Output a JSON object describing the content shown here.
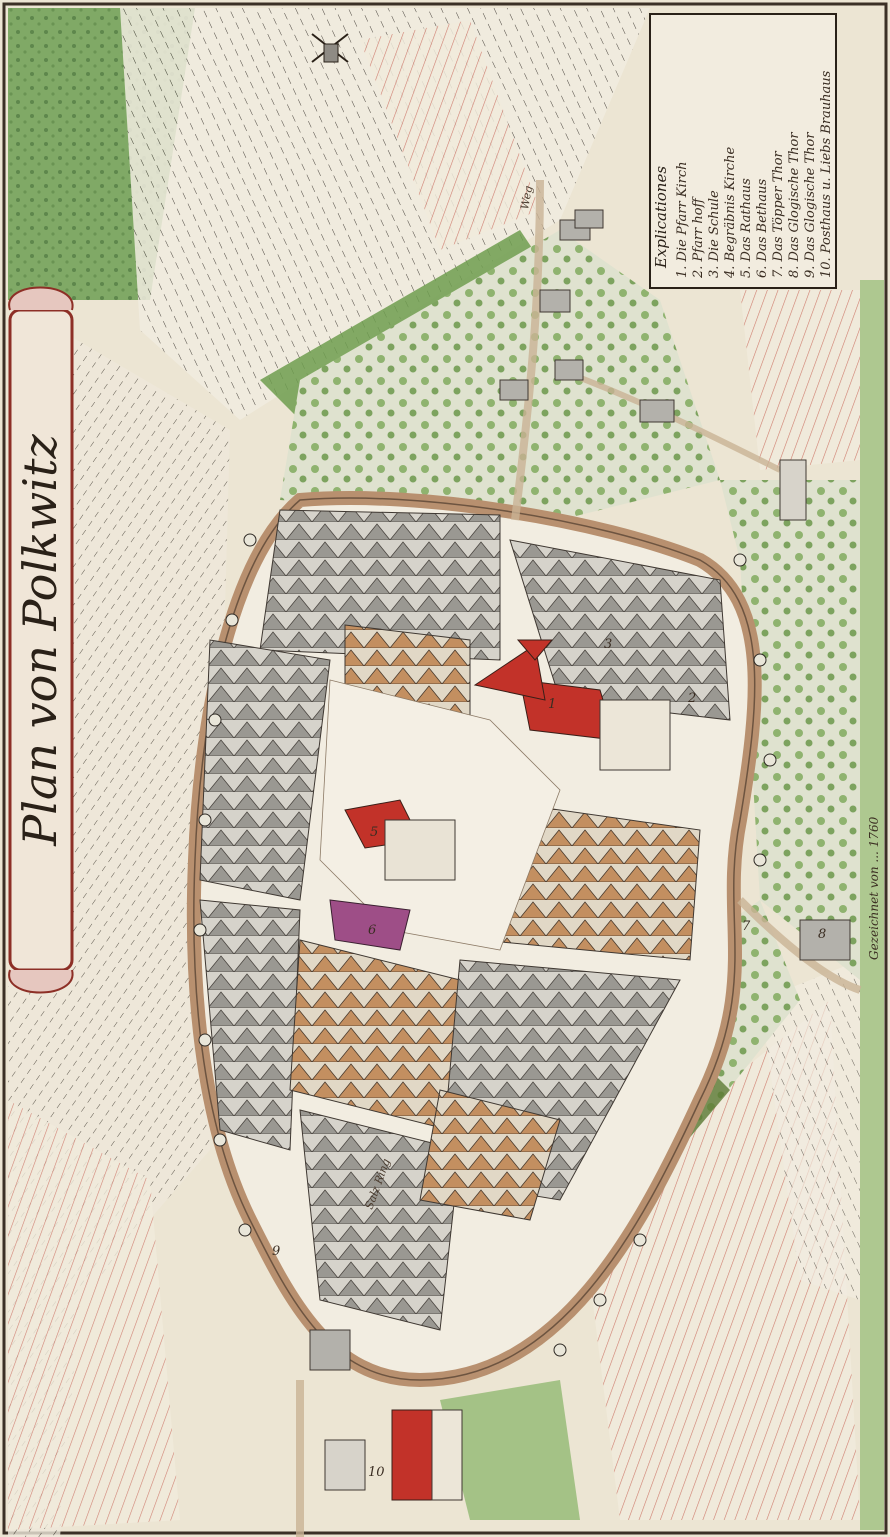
{
  "title": "Plan von Polkwitz",
  "legend": {
    "heading": "Explicationes",
    "items": [
      {
        "num": "1",
        "text": "Die Pfarr Kirch"
      },
      {
        "num": "2",
        "text": "Pfarr hoff"
      },
      {
        "num": "3",
        "text": "Die Schule"
      },
      {
        "num": "4",
        "text": "Begräbnis Kirche"
      },
      {
        "num": "5",
        "text": "Das Rathaus"
      },
      {
        "num": "6",
        "text": "Das Bethaus"
      },
      {
        "num": "7",
        "text": "Das Töpper Thor"
      },
      {
        "num": "8",
        "text": "Das Glogische Thor"
      },
      {
        "num": "9",
        "text": "Das Glogische Thor"
      },
      {
        "num": "10",
        "text": "Posthaus u. Liebs Brauhaus"
      }
    ]
  },
  "side_note": "Gezeichnet von ... 1760",
  "street_labels": {
    "salz": "Salz Ring",
    "road": "Weg"
  },
  "building_labels": [
    "1",
    "2",
    "3",
    "5",
    "6",
    "7",
    "8",
    "9",
    "10"
  ],
  "colors": {
    "paper": "#ece5d3",
    "field_green": "#6f9d52",
    "field_red": "#c4655a",
    "roof_red": "#c23229",
    "roof_ochre": "#c79263",
    "roof_grey": "#8f8f8b",
    "roof_purple": "#9e4e87",
    "wall_line": "#b18a6c",
    "ink": "#2a2118"
  }
}
